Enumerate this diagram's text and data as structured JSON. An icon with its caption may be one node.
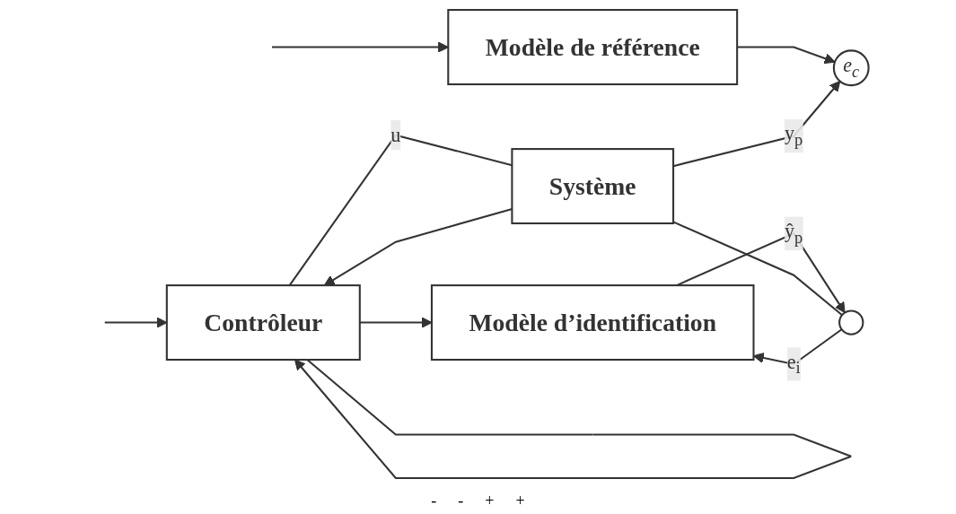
{
  "diagram": {
    "nodes": [
      {
        "text": [
          "Modèle de référence"
        ]
      },
      {
        "text": [
          "Modèle d’identification"
        ]
      },
      {
        "text": [
          "Contrôleur"
        ]
      },
      {
        "text": [
          "Système"
        ]
      },
      {
        "text": [
          "e$_{c}$"
        ]
      },
      {
        "text": [],
        "shape": "circle"
      }
    ],
    "edges": [
      {
        "from": null,
        "to": 0,
        "arrow": "to"
      },
      {
        "from": null,
        "to": 2,
        "arrow": "to"
      },
      {
        "from": 0,
        "to": 4,
        "arrow": "to"
      },
      {
        "from": 2,
        "to": 3,
        "arrow": "none",
        "label": "u"
      },
      {
        "from": 2,
        "to": 1,
        "arrow": "to"
      },
      {
        "from": 2,
        "to": 2,
        "arrow": "to"
      },
      {
        "from": 1,
        "to": 5,
        "arrow": "to",
        "label": "ŷ$_{p}$"
      },
      {
        "from": 5,
        "to": 1,
        "arrow": "to",
        "label": "e$_{i}$"
      },
      {
        "from": 3,
        "to": 4,
        "arrow": "to",
        "label": "y$_{p}$"
      },
      {
        "from": 3,
        "to": 5,
        "arrow": "none"
      },
      {
        "from": 3,
        "to": 2,
        "arrow": "to"
      }
    ],
    "labels": [
      "-",
      "-",
      "+",
      "+"
    ]
  }
}
